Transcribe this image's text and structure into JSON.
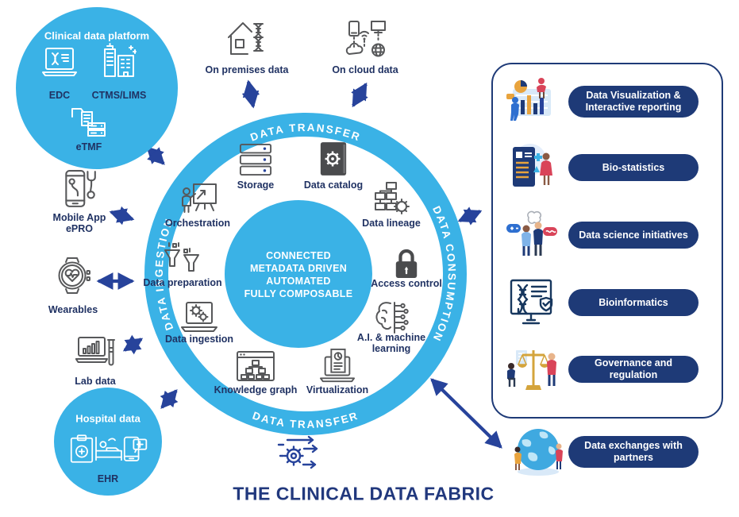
{
  "title": "THE CLINICAL DATA FABRIC",
  "ring": {
    "top_label": "DATA TRANSFER",
    "bottom_label": "DATA TRANSFER",
    "left_label": "DATA INGESTION",
    "right_label": "DATA CONSUMPTION"
  },
  "core": {
    "lines": [
      "CONNECTED",
      "METADATA DRIVEN",
      "AUTOMATED",
      "FULLY COMPOSABLE"
    ]
  },
  "inner_items": [
    {
      "label": "Storage",
      "icon": "server-stack-icon"
    },
    {
      "label": "Data catalog",
      "icon": "catalog-book-icon"
    },
    {
      "label": "Orchestration",
      "icon": "presenter-chart-icon"
    },
    {
      "label": "Data lineage",
      "icon": "hierarchy-gear-icon"
    },
    {
      "label": "Data preparation",
      "icon": "funnels-icon"
    },
    {
      "label": "Access control",
      "icon": "padlock-icon"
    },
    {
      "label": "Data ingestion",
      "icon": "laptop-gears-icon"
    },
    {
      "label": "A.I. & machine learning",
      "icon": "brain-circuit-icon"
    },
    {
      "label": "Knowledge graph",
      "icon": "browser-tree-icon"
    },
    {
      "label": "Virtualization",
      "icon": "laptop-report-icon"
    }
  ],
  "left_sources": {
    "platform": {
      "title": "Clinical data platform",
      "items": [
        {
          "label": "EDC",
          "icon": "laptop-chromosome-icon"
        },
        {
          "label": "CTMS/LIMS",
          "icon": "hospital-building-icon"
        },
        {
          "label": "eTMF",
          "icon": "folder-documents-icon"
        }
      ]
    },
    "mobile": {
      "label": "Mobile App ePRO",
      "icon": "phone-stethoscope-icon"
    },
    "wearables": {
      "label": "Wearables",
      "icon": "smartwatch-heart-icon"
    },
    "lab": {
      "label": "Lab data",
      "icon": "laptop-testtube-icon"
    },
    "hospital": {
      "title": "Hospital data",
      "label": "EHR",
      "icons": [
        "clipboard-cross-icon",
        "patient-bed-icon",
        "phone-medical-icon"
      ]
    }
  },
  "top_sources": [
    {
      "label": "On premises data",
      "icon": "house-dna-icon"
    },
    {
      "label": "On cloud data",
      "icon": "devices-cloud-icon"
    }
  ],
  "panel": {
    "items": [
      {
        "label": "Data Visualization & Interactive reporting",
        "icon": "people-dashboard-illustration"
      },
      {
        "label": "Bio-statistics",
        "icon": "clinician-report-illustration"
      },
      {
        "label": "Data science initiatives",
        "icon": "people-chat-illustration"
      },
      {
        "label": "Bioinformatics",
        "icon": "monitor-dna-shield-icon"
      },
      {
        "label": "Governance and regulation",
        "icon": "people-scale-illustration"
      }
    ]
  },
  "partners": {
    "label": "Data exchanges with partners",
    "icon": "globe-people-illustration"
  },
  "footer": {
    "icon": "gear-flow-arrows-icon"
  },
  "colors": {
    "blue": "#3ab2e6",
    "navy_text": "#203263",
    "title_navy": "#21387d",
    "pill_navy": "#1e3a77",
    "arrow_blue": "#27439b",
    "icon_gray": "#57585a"
  }
}
